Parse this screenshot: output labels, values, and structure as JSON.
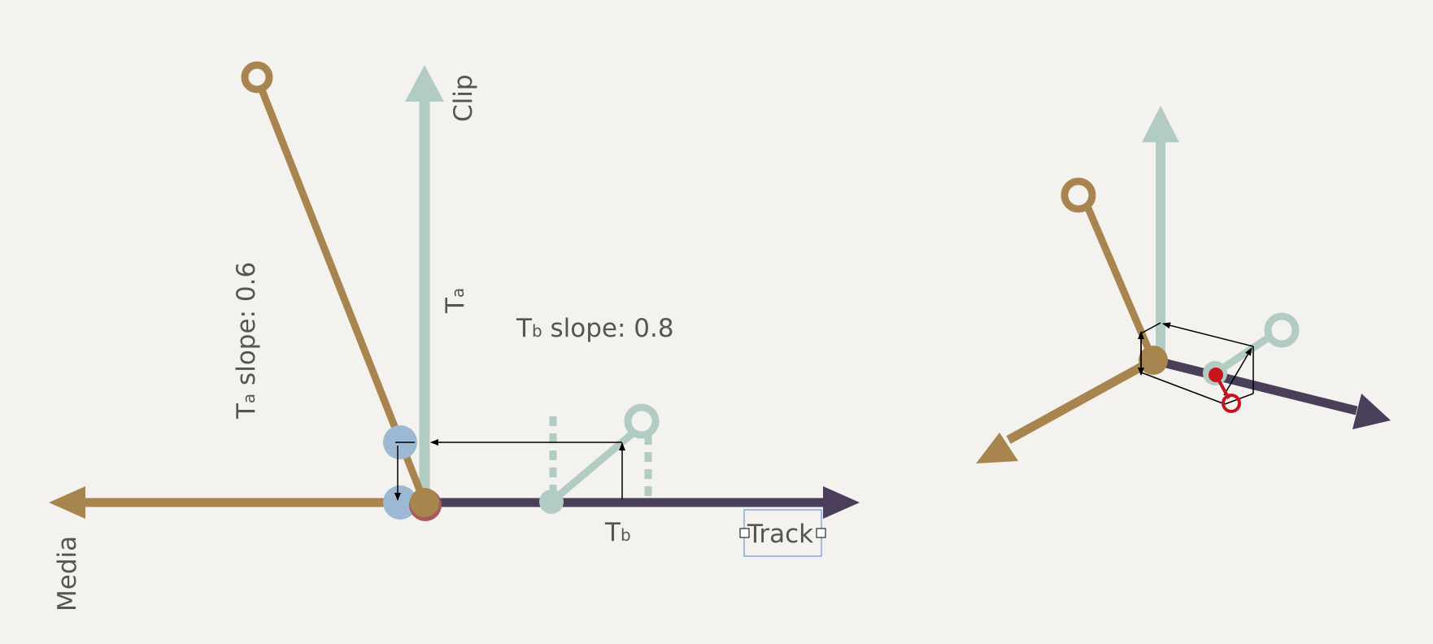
{
  "labels": {
    "clip": "Clip",
    "media": "Media",
    "track": "Track",
    "ta_main": "T",
    "ta_sub": "a",
    "tb_main": "T",
    "tb_sub": "b",
    "ta_slope_main": "T",
    "ta_slope_sub": "a",
    "ta_slope_rest": " slope: 0.6",
    "tb_slope_main": "T",
    "tb_slope_sub": "b",
    "tb_slope_rest": " slope: 0.8"
  },
  "colors": {
    "background": "#f3f2ee",
    "media": "#a8844f",
    "clip": "#b2cbc3",
    "track": "#4a3e5a",
    "point_blue": "#9db8d3",
    "point_red": "#a85a5a",
    "accent_red": "#c8141e",
    "selection": "#8aa6e0",
    "label_text": "#555555",
    "guide": "#000000"
  },
  "icons": {
    "selection_handle": "square-handle-icon"
  }
}
